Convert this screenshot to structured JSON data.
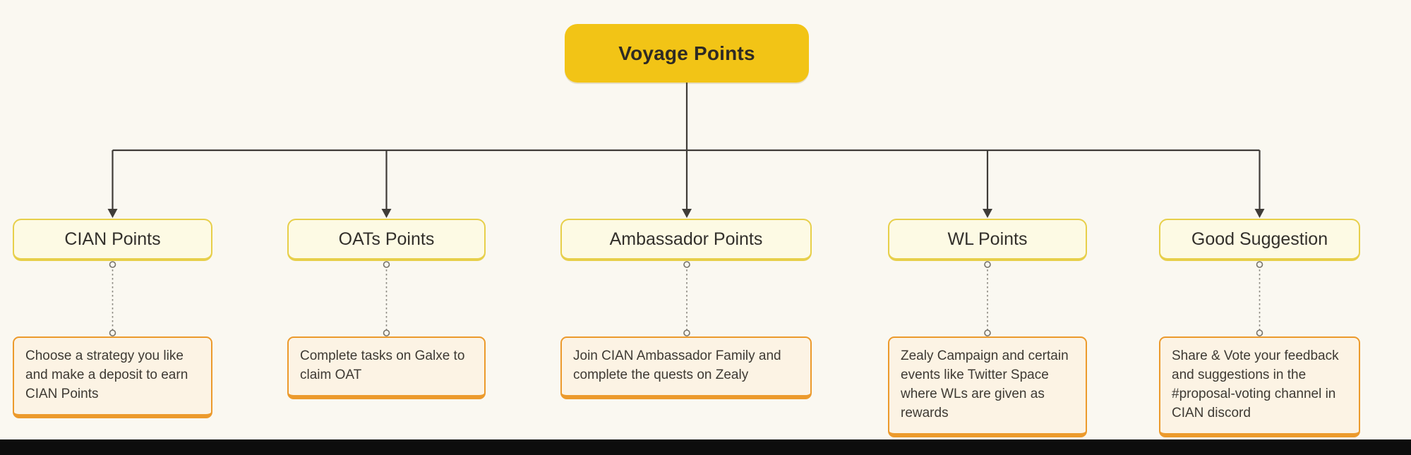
{
  "diagram": {
    "root": {
      "label": "Voyage Points"
    },
    "branches": [
      {
        "label": "CIAN Points",
        "description": "Choose a strategy you like and make a deposit to earn CIAN Points"
      },
      {
        "label": "OATs Points",
        "description": "Complete tasks on Galxe to claim OAT"
      },
      {
        "label": "Ambassador Points",
        "description": "Join CIAN Ambassador Family and complete the quests on Zealy"
      },
      {
        "label": "WL Points",
        "description": "Zealy Campaign and certain events like Twitter Space where WLs are given as rewards"
      },
      {
        "label": "Good Suggestion",
        "description": "Share & Vote your feedback and suggestions in the #proposal-voting channel in CIAN discord"
      }
    ],
    "colors": {
      "background": "#FAF8F1",
      "root_fill": "#F2C416",
      "root_text": "#2E2A24",
      "branch_fill": "#FDFAE4",
      "branch_border": "#E7CF4A",
      "description_fill": "#FCF3E4",
      "description_border": "#EC9A2C",
      "connector": "#3F3C38"
    }
  }
}
